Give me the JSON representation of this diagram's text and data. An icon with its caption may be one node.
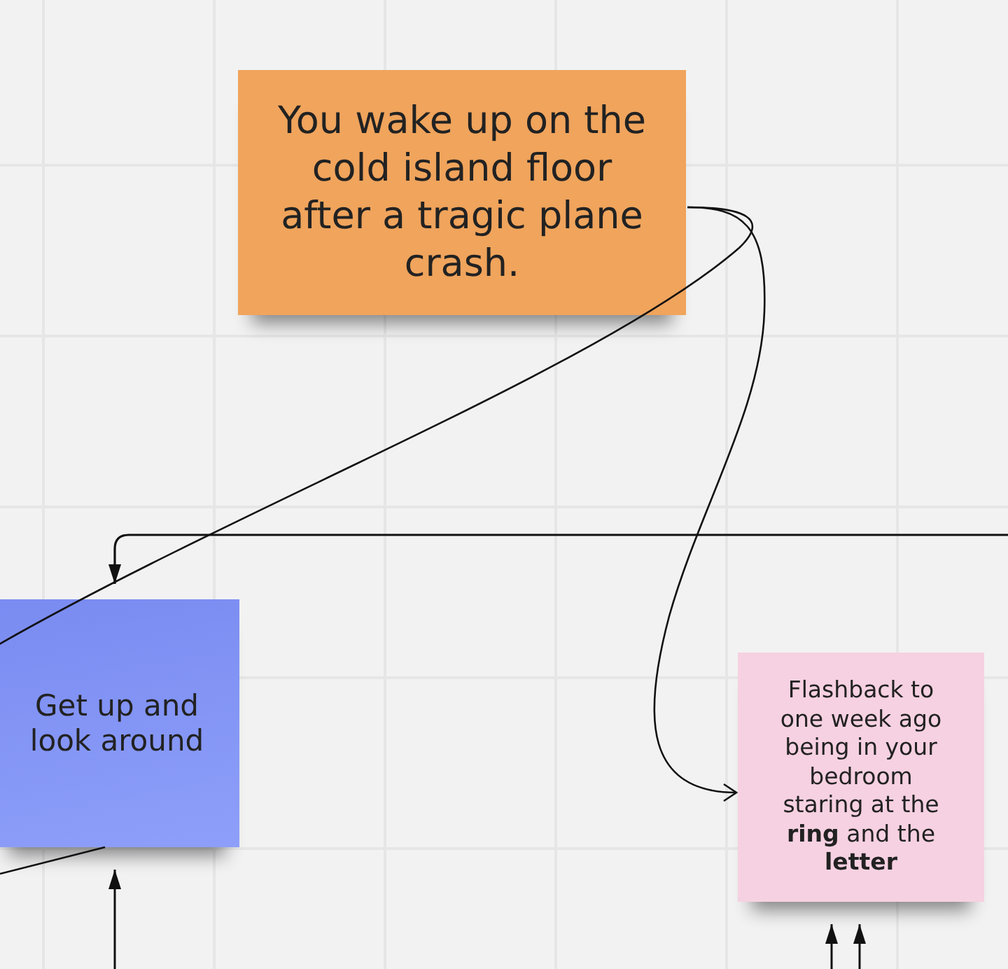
{
  "diagram": {
    "nodes": [
      {
        "text": [
          "You wake up on the cold island floor after a tragic plane crash."
        ]
      },
      {
        "text": [
          "Get up and look around"
        ]
      },
      {
        "text": [
          "Flashback to one week ago being in your bedroom staring at the **ring** and the **letter**"
        ]
      }
    ],
    "edges": [
      {
        "from": 0,
        "to": 2,
        "arrow": "to"
      },
      {
        "from": 0,
        "to": 1,
        "arrow": "none"
      },
      {
        "from": null,
        "to": 1,
        "arrow": "to"
      },
      {
        "from": 1,
        "to": null,
        "arrow": "none"
      },
      {
        "from": null,
        "to": 1,
        "arrow": "to"
      },
      {
        "from": null,
        "to": 2,
        "arrow": "to"
      },
      {
        "from": null,
        "to": 2,
        "arrow": "to"
      }
    ]
  }
}
